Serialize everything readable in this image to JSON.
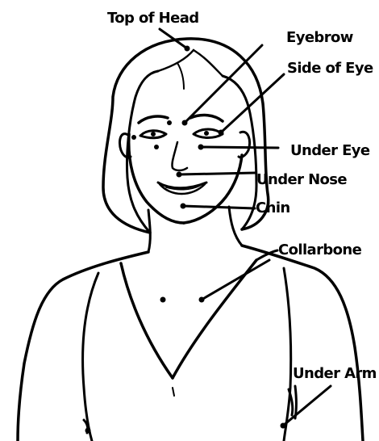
{
  "labels": {
    "top_of_head": "Top of Head",
    "eyebrow": "Eyebrow",
    "side_of_eye": "Side of Eye",
    "under_eye": "Under Eye",
    "under_nose": "Under Nose",
    "chin": "Chin",
    "collarbone": "Collarbone",
    "under_arm": "Under Arm"
  },
  "colors": {
    "ink": "#000000",
    "background": "#ffffff"
  }
}
